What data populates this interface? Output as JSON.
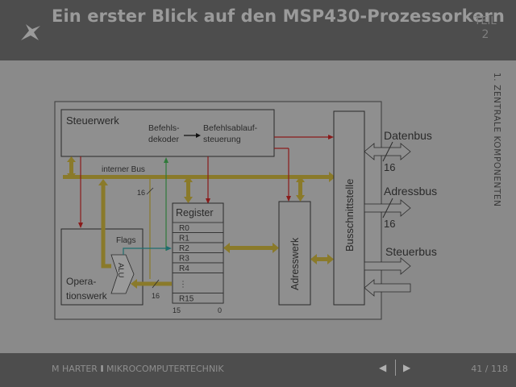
{
  "header": {
    "title": "Ein erster Blick auf den MSP430-Prozessorkern",
    "part_label": "TEIL",
    "part_number": "2"
  },
  "section": {
    "label": "1. ZENTRALE KOMPONENTEN"
  },
  "diagram": {
    "steuerwerk": "Steuerwerk",
    "befehlsdekoder_line1": "Befehls-",
    "befehlsdekoder_line2": "dekoder",
    "ablauf_line1": "Befehlsablauf-",
    "ablauf_line2": "steuerung",
    "interner_bus": "interner Bus",
    "register_title": "Register",
    "registers": [
      "R0",
      "R1",
      "R2",
      "R3",
      "R4",
      "⋮",
      "R15"
    ],
    "reg_bit_high": "15",
    "reg_bit_low": "0",
    "bus_width_internal": "16",
    "bus_width_alu": "16",
    "flags": "Flags",
    "alu": "ALU",
    "operationswerk_line1": "Opera-",
    "operationswerk_line2": "tionswerk",
    "adresswerk": "Adresswerk",
    "busschnittstelle": "Busschnittstelle",
    "datenbus": "Datenbus",
    "datenbus_width": "16",
    "adressbus": "Adressbus",
    "adressbus_width": "16",
    "steuerbus": "Steuerbus"
  },
  "footer": {
    "author": "M HARTER",
    "separator": "I",
    "course": "MIKROCOMPUTERTECHNIK",
    "page": "41 / 118"
  },
  "colors": {
    "header_bg": "#4d4d4d",
    "content_bg": "#8a8a8a",
    "bus_olive": "#8a7a2a",
    "signal_red": "#8a1a1a",
    "signal_green": "#2f7a3a",
    "signal_teal": "#1f6e6e"
  }
}
